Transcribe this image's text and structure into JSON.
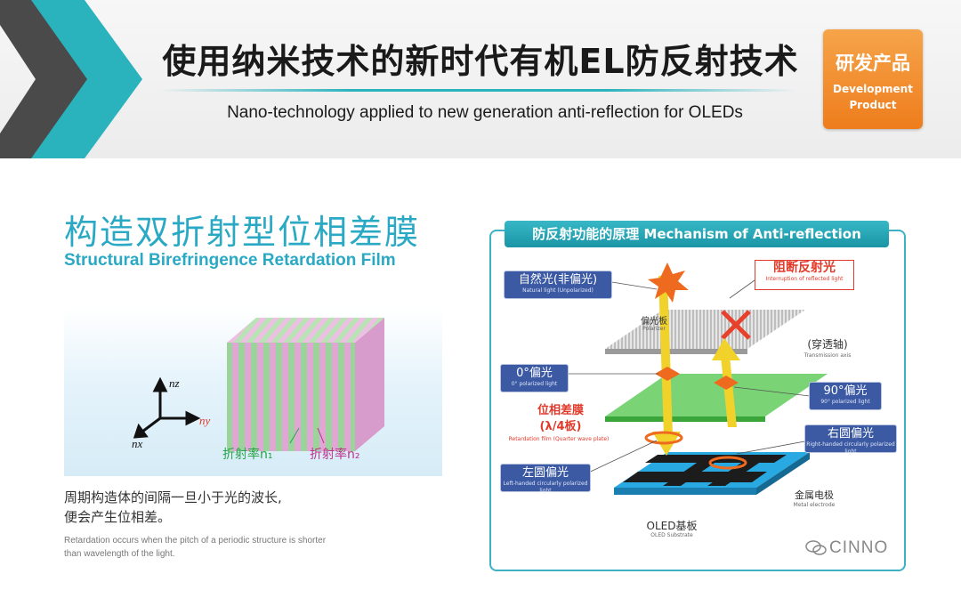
{
  "header": {
    "title_cn": "使用纳米技术的新时代有机EL防反射技术",
    "title_en": "Nano-technology applied to new generation anti-reflection for OLEDs",
    "badge_cn": "研发产品",
    "badge_en_line1": "Development",
    "badge_en_line2": "Product",
    "accent_color": "#2ab3bd",
    "badge_color": "#ee7d1c"
  },
  "left_section": {
    "title_cn": "构造双折射型位相差膜",
    "title_en": "Structural Birefringence Retardation Film",
    "axis_nz": "nz",
    "axis_ny": "ny",
    "axis_nx": "nx",
    "index_label_1": "折射率n₁",
    "index_label_2": "折射率n₂",
    "desc_cn_line1": "周期构造体的间隔一旦小于光的波长,",
    "desc_cn_line2": "便会产生位相差。",
    "desc_en_line1": "Retardation occurs when the pitch of a periodic structure is shorter",
    "desc_en_line2": "than wavelength of the light.",
    "title_color": "#2aa9c4"
  },
  "mechanism": {
    "title": "防反射功能的原理  Mechanism of Anti-reflection",
    "natural_light_cn": "自然光(非偏光)",
    "natural_light_en": "Natural light (Unpolarized)",
    "block_reflect_cn": "阻断反射光",
    "block_reflect_en": "Interruption of reflected light",
    "polarizer_cn": "偏光板",
    "polarizer_en": "Polarizer",
    "transmission_cn": "(穿透轴)",
    "transmission_en": "Transmission axis",
    "pol0_cn": "0°偏光",
    "pol0_en": "0° polarized light",
    "pol90_cn": "90°偏光",
    "pol90_en": "90° polarized light",
    "retard_cn1": "位相差膜",
    "retard_cn2": "(λ/4板)",
    "retard_en": "Retardation film (Quarter wave plate)",
    "right_circ_cn": "右圆偏光",
    "right_circ_en": "Right-handed circularly polarized light",
    "left_circ_cn": "左圆偏光",
    "left_circ_en": "Left-handed circularly polarized light",
    "electrode_cn": "金属电极",
    "electrode_en": "Metal electrode",
    "substrate_cn": "OLED基板",
    "substrate_en": "OLED Substrate",
    "label_color": "#3c5aa4",
    "highlight_color": "#e23a2a"
  },
  "watermark": "CINNO"
}
